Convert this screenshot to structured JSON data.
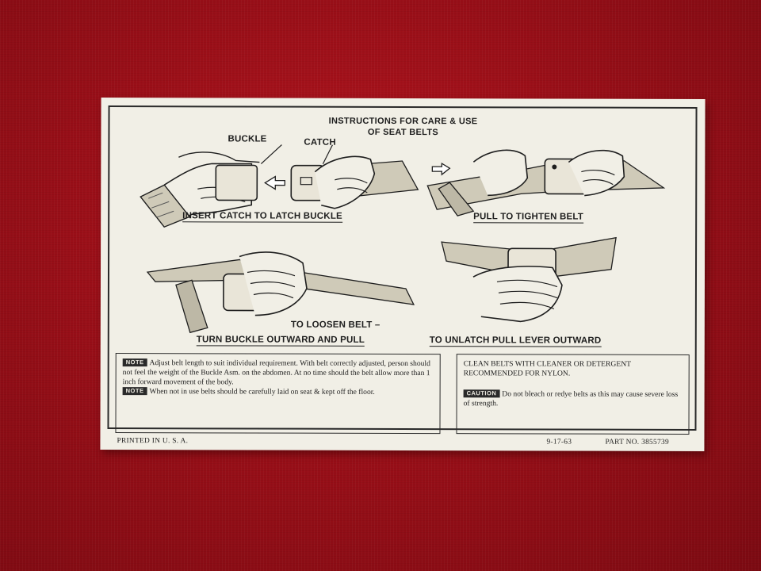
{
  "title": {
    "line1": "INSTRUCTIONS FOR CARE & USE",
    "line2": "OF SEAT BELTS"
  },
  "labels": {
    "buckle": "BUCKLE",
    "catch": "CATCH"
  },
  "captions": {
    "insert": "INSERT CATCH TO LATCH BUCKLE",
    "tighten": "PULL TO TIGHTEN BELT",
    "loosen_1": "TO LOOSEN BELT –",
    "loosen_2": "TURN BUCKLE OUTWARD AND PULL",
    "unlatch": "TO UNLATCH PULL LEVER OUTWARD"
  },
  "notes": {
    "tag": "NOTE",
    "note1": "Adjust belt length to suit individual requirement. With belt correctly adjusted, person should not feel the weight of the Buckle Asm. on the abdomen. At no time should the belt allow more than 1 inch forward movement of the body.",
    "note2": "When not in use belts should be carefully laid on seat & kept off the floor."
  },
  "care": {
    "text": "CLEAN BELTS WITH CLEANER OR DETERGENT RECOMMENDED FOR NYLON.",
    "caution_tag": "CAUTION",
    "caution_text": "Do not bleach or redye belts as this may cause severe loss of strength."
  },
  "footer": {
    "printed": "PRINTED IN U. S. A.",
    "date": "9-17-63",
    "part": "PART NO. 3855739"
  },
  "colors": {
    "fabric": "#9a0f18",
    "card": "#f1efe6",
    "ink": "#1e1e1e"
  }
}
